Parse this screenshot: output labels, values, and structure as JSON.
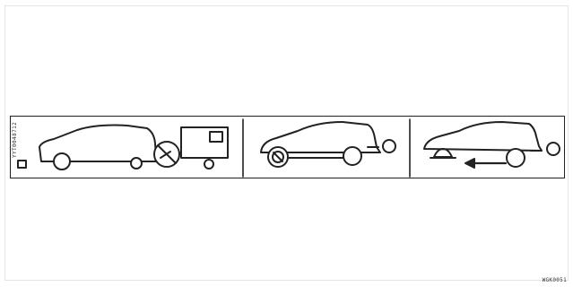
{
  "label_codes": {
    "strip_side_code": "YYT0048712",
    "figure_id": "WGK0051"
  },
  "panels": [
    {
      "scene": "flat-towing-behind-trailer",
      "prohibited": true
    },
    {
      "scene": "front-wheels-on-ground-rear-tow",
      "prohibited": true
    },
    {
      "scene": "towing-with-wheels-on-dolly",
      "prohibited": false
    }
  ],
  "colors": {
    "line": "#222222",
    "frame": "#e4e4e4",
    "background": "#ffffff"
  },
  "icons": [
    "car-icon",
    "trailer-icon",
    "prohibition-icon",
    "arrow-left-icon",
    "tow-dolly-icon"
  ]
}
